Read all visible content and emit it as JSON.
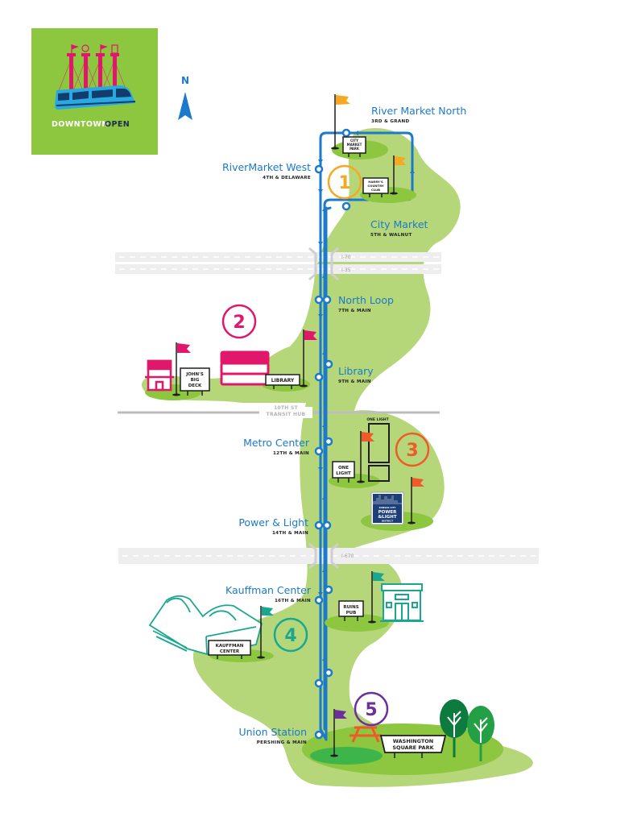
{
  "logo": {
    "word1": "DOWNTOWN",
    "word2": "OPEN",
    "bg_color": "#8dc63f",
    "tower_color": "#e0176b",
    "streetcar_color": "#29a9e1"
  },
  "compass": {
    "label": "N"
  },
  "colors": {
    "route": "#1b7ac9",
    "park": "#b5d77a",
    "green_patch": "#8dc63f",
    "highway": "#eeeeee",
    "hole1": "#f7a823",
    "hole2": "#e0176b",
    "hole3": "#ef5a28",
    "hole4": "#19a88f",
    "hole5": "#6d2f9c"
  },
  "stations": [
    {
      "name": "River Market North",
      "cross": "3RD & GRAND"
    },
    {
      "name": "RiverMarket West",
      "cross": "4TH & DELAWARE"
    },
    {
      "name": "City Market",
      "cross": "5TH & WALNUT"
    },
    {
      "name": "North Loop",
      "cross": "7TH & MAIN"
    },
    {
      "name": "Library",
      "cross": "9TH & MAIN"
    },
    {
      "name": "Metro Center",
      "cross": "12TH & MAIN"
    },
    {
      "name": "Power & Light",
      "cross": "14TH & MAIN"
    },
    {
      "name": "Kauffman Center",
      "cross": "16TH & MAIN"
    },
    {
      "name": "Union Station",
      "cross": "PERSHING & MAIN"
    }
  ],
  "highways": [
    {
      "label": "I-70"
    },
    {
      "label": "I-35"
    },
    {
      "label": "I-670"
    }
  ],
  "street": {
    "line1": "10TH ST",
    "line2": "TRANSIT HUB"
  },
  "holes": [
    {
      "number": "1",
      "venues": [
        "CITY MARKET PARK",
        "HARRY'S COUNTRY CLUB"
      ]
    },
    {
      "number": "2",
      "venues": [
        "JOHN'S BIG DECK",
        "LIBRARY"
      ]
    },
    {
      "number": "3",
      "venues": [
        "ONE LIGHT",
        "KANSAS CITY POWER & LIGHT DISTRICT"
      ]
    },
    {
      "number": "4",
      "venues": [
        "KAUFFMAN CENTER",
        "RUINS PUB"
      ]
    },
    {
      "number": "5",
      "venues": [
        "WASHINGTON SQUARE PARK"
      ]
    }
  ],
  "signs": {
    "city_market_park": [
      "CITY",
      "MARKET",
      "PARK"
    ],
    "harrys": [
      "HARRY'S",
      "COUNTRY",
      "CLUB"
    ],
    "johns": [
      "JOHN'S",
      "BIG",
      "DECK"
    ],
    "library": [
      "LIBRARY"
    ],
    "one_light_sign": [
      "ONE",
      "LIGHT"
    ],
    "one_light_tower": "ONE LIGHT",
    "pnl": [
      "KANSAS CITY",
      "POWER",
      "&LIGHT",
      "DISTRICT"
    ],
    "ruins": [
      "RUINS",
      "PUB"
    ],
    "kauffman": [
      "KAUFFMAN",
      "CENTER"
    ],
    "washington": [
      "WASHINGTON",
      "SQUARE PARK"
    ]
  }
}
